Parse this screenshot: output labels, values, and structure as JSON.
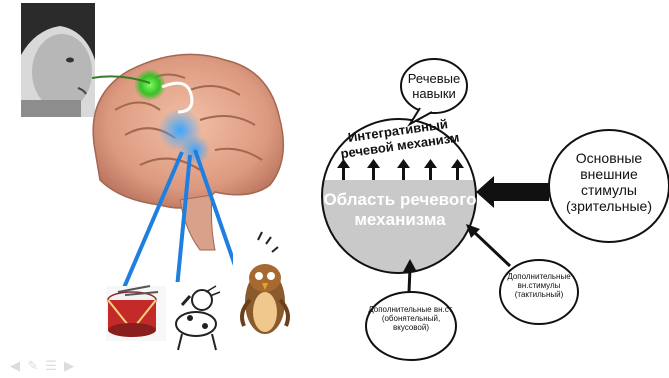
{
  "diagram": {
    "main_circle_top_text": "Интегративный речевой механизм",
    "main_circle_band_text": "Область речевого механизма",
    "speech_skills_bubble": "Речевые навыки",
    "main_stimuli": "Основные внешние стимулы (зрительные)",
    "tactile_stimuli": "Дополнительные вн.стимулы (тактильный)",
    "olfactory_stimuli": "Дополнительные вн.ст. (обонятельный, вкусовой)"
  },
  "slide_controls": [
    "previous-arrow",
    "pen-tool",
    "slide-menu",
    "next-arrow"
  ]
}
